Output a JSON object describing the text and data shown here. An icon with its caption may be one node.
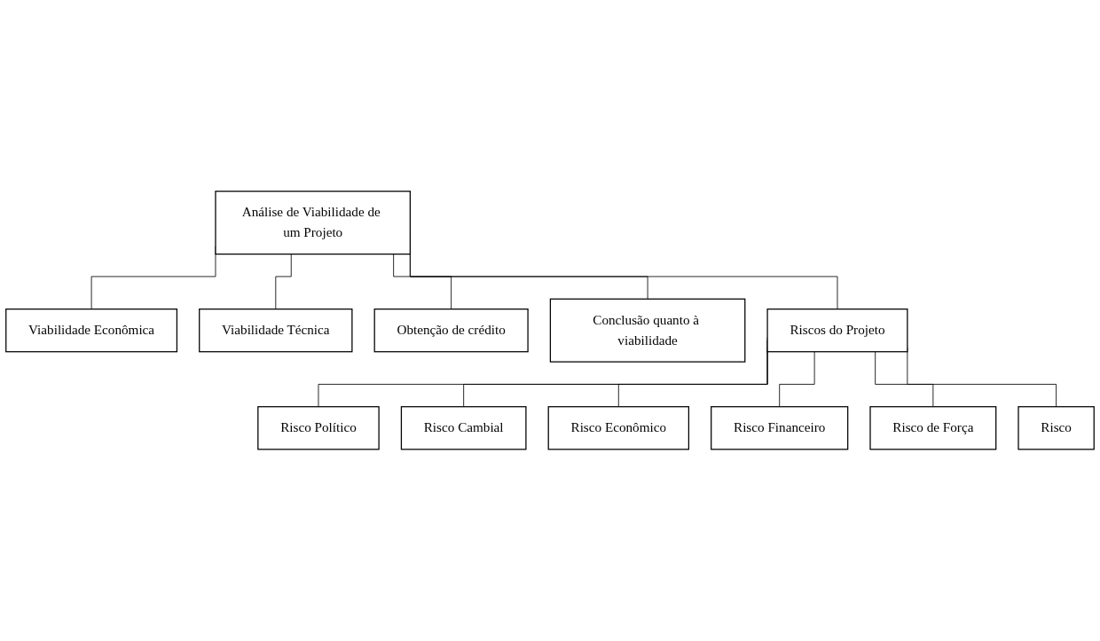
{
  "diagram": {
    "nodes": [
      {
        "text": [
          "Análise de Viabilidade de um Projeto"
        ]
      },
      {
        "text": [
          "Viabilidade Econômica"
        ]
      },
      {
        "text": [
          "Viabilidade Técnica"
        ]
      },
      {
        "text": [
          "Obtenção de crédito"
        ]
      },
      {
        "text": [
          "Conclusão quanto à viabilidade"
        ]
      },
      {
        "text": [
          "Riscos do Projeto"
        ]
      },
      {
        "text": [
          "Risco Político"
        ]
      },
      {
        "text": [
          "Risco Cambial"
        ]
      },
      {
        "text": [
          "Risco Econômico"
        ]
      },
      {
        "text": [
          "Risco Financeiro"
        ]
      },
      {
        "text": [
          "Risco de Força"
        ]
      },
      {
        "text": [
          "Risco"
        ]
      }
    ],
    "edges": [
      {
        "from": 0,
        "to": 1,
        "arrow": "none"
      },
      {
        "from": 0,
        "to": 2,
        "arrow": "none"
      },
      {
        "from": 0,
        "to": 3,
        "arrow": "none"
      },
      {
        "from": 0,
        "to": 4,
        "arrow": "none"
      },
      {
        "from": 0,
        "to": 5,
        "arrow": "none"
      },
      {
        "from": 5,
        "to": 6,
        "arrow": "none"
      },
      {
        "from": 5,
        "to": 7,
        "arrow": "none"
      },
      {
        "from": 5,
        "to": 8,
        "arrow": "none"
      },
      {
        "from": 5,
        "to": 9,
        "arrow": "none"
      },
      {
        "from": 5,
        "to": 10,
        "arrow": "none"
      },
      {
        "from": 5,
        "to": 11,
        "arrow": "none"
      }
    ]
  }
}
